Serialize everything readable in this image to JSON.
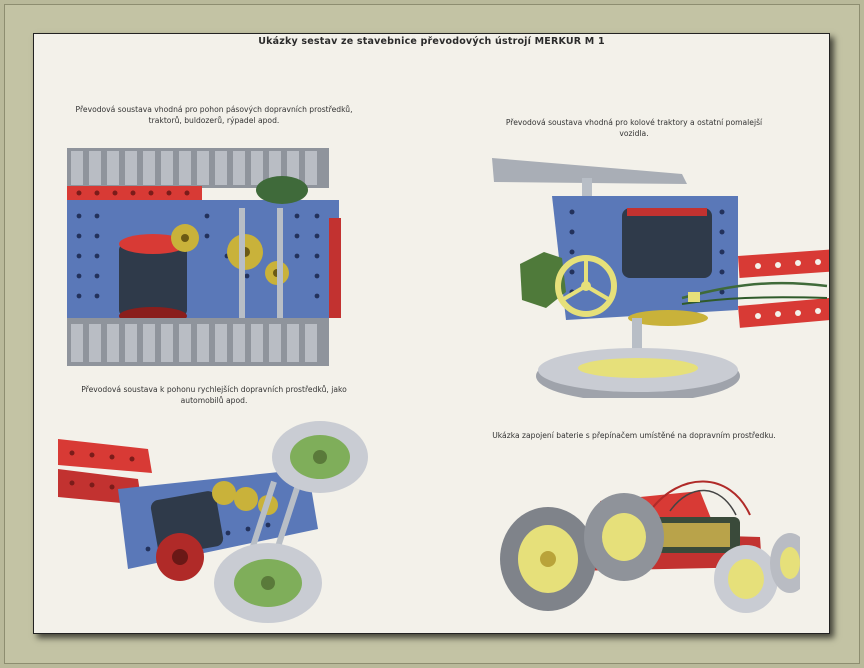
{
  "document": {
    "title": "Ukázky sestav ze stavebnice převodových ústrojí MERKUR M 1",
    "captions": [
      "Převodová soustava vhodná pro pohon pásových dopravních prostředků, traktorů, buldozerů, rýpadel apod.",
      "Převodová soustava vhodná pro kolové traktory a ostatní pomalejší vozidla.",
      "Převodová soustava k pohonu rychlejších dopravních prostředků, jako automobilů apod.",
      "Ukázka zapojení baterie s přepínačem umístěné na dopravním prostředku."
    ]
  },
  "colors": {
    "plate_blue": "#5a78b8",
    "girder_red": "#d83a35",
    "tyre_grey": "#c9ccd3",
    "hub_yellow": "#e6e07a",
    "hub_green": "#7fae5a",
    "gear_gold": "#c9b23a",
    "motor_dark": "#2f3a4a"
  }
}
